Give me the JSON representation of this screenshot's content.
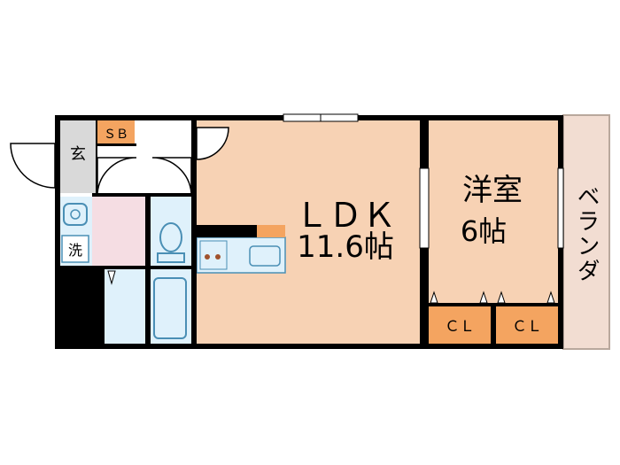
{
  "floorplan": {
    "rooms": {
      "ldk": {
        "name": "ＬＤＫ",
        "size": "11.6帖",
        "color": "#f7d2b4"
      },
      "western": {
        "name": "洋室",
        "size": "6帖",
        "color": "#f7d2b4"
      },
      "veranda": {
        "name": "ベランダ",
        "color": "#f2ddd2"
      },
      "entrance": {
        "name": "玄",
        "color": "#d9d9d9"
      },
      "shoe_box": {
        "name": "ＳＢ",
        "color": "#f4a460"
      },
      "washroom": {
        "label": "洗",
        "color": "#f5dde3"
      },
      "bath": {
        "color": "#dff1fb"
      },
      "toilet": {
        "color": "#dff1fb"
      },
      "closet_left": {
        "name": "ＣＬ",
        "color": "#f4a460"
      },
      "closet_right": {
        "name": "ＣＬ",
        "color": "#f4a460"
      }
    },
    "colors": {
      "wall": "#000000",
      "fixture": "#dff1fb",
      "fixture_stroke": "#4a8fb5",
      "counter": "#f4a460"
    }
  }
}
